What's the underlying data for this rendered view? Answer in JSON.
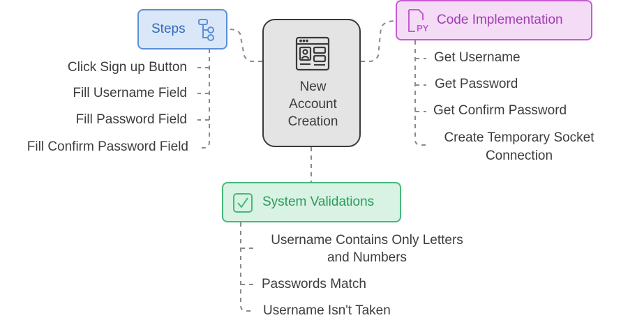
{
  "central": {
    "lines": [
      "New",
      "Account",
      "Creation"
    ],
    "icon": "account-form-icon"
  },
  "steps": {
    "title": "Steps",
    "icon": "flow-icon",
    "color": "#5b8fd6",
    "items": [
      "Click Sign up Button",
      "Fill Username Field",
      "Fill Password Field",
      "Fill Confirm Password Field"
    ]
  },
  "code": {
    "title": "Code Implementation",
    "icon": "python-file-icon",
    "color": "#c65ad3",
    "items": [
      "Get Username",
      "Get Password",
      "Get Confirm Password",
      [
        "Create Temporary Socket",
        "Connection"
      ]
    ]
  },
  "system": {
    "title": "System Validations",
    "icon": "check-icon",
    "color": "#46b97a",
    "items": [
      [
        "Username Contains Only Letters",
        "and Numbers"
      ],
      "Passwords Match",
      "Username Isn't Taken"
    ]
  }
}
